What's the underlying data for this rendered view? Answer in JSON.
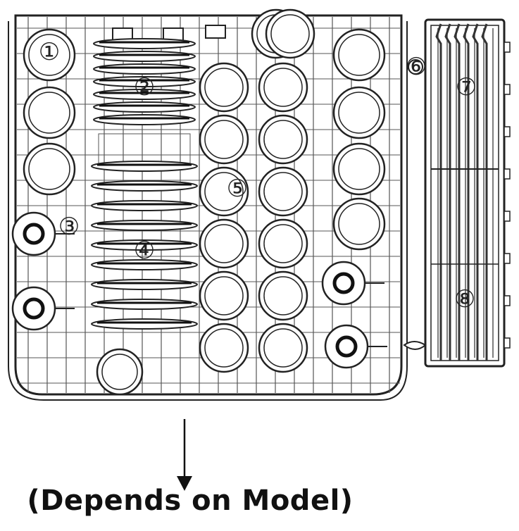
{
  "labels": [
    "①",
    "②",
    "③",
    "④",
    "⑤",
    "⑥",
    "⑦",
    "⑧"
  ],
  "caption": "(Depends on Model)",
  "colors": {
    "line": "#222222",
    "fill": "#ffffff",
    "rack": "#555555"
  }
}
